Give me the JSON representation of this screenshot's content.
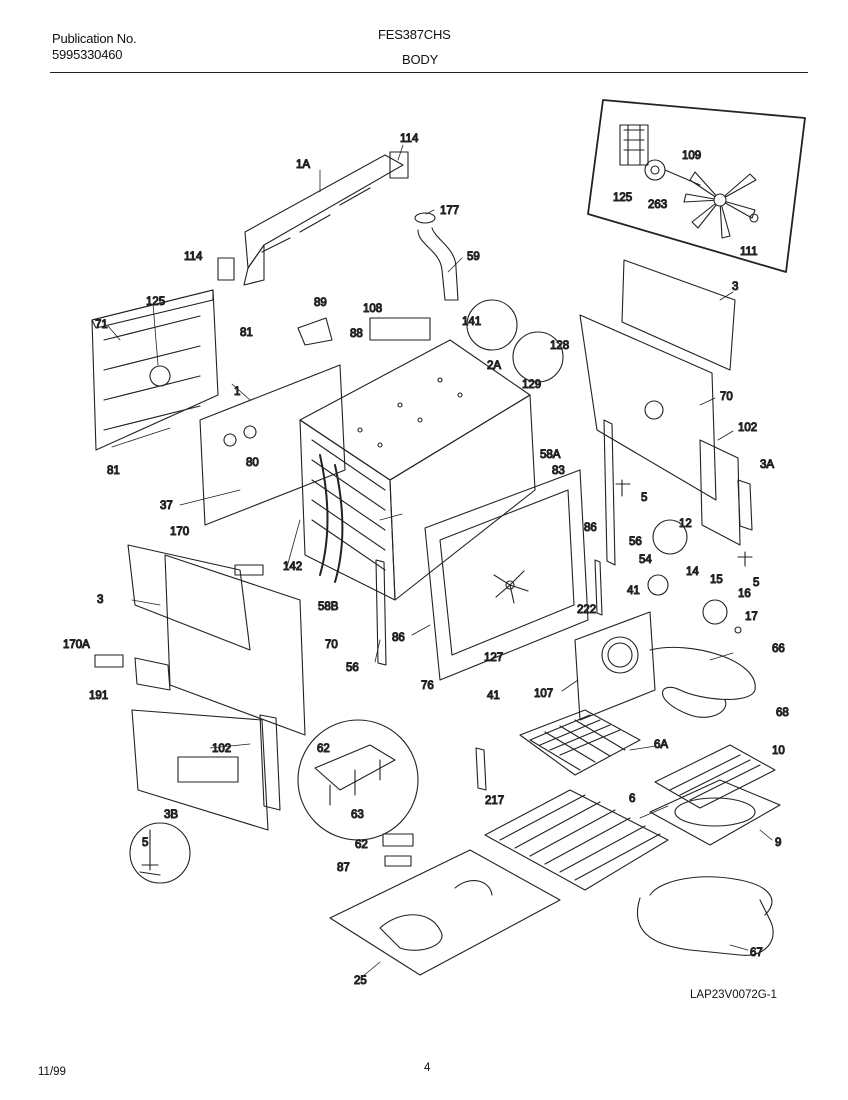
{
  "header": {
    "publication_label": "Publication No.",
    "publication_number": "5995330460",
    "model": "FES387CHS",
    "section": "BODY"
  },
  "footer": {
    "date": "11/99",
    "page": "4",
    "drawing_id": "LAP23V0072G-1"
  },
  "callouts": [
    {
      "id": "c114a",
      "text": "114"
    },
    {
      "id": "c1A",
      "text": "1A"
    },
    {
      "id": "c177",
      "text": "177"
    },
    {
      "id": "c59",
      "text": "59"
    },
    {
      "id": "c114b",
      "text": "114"
    },
    {
      "id": "c109",
      "text": "109"
    },
    {
      "id": "c125a",
      "text": "125"
    },
    {
      "id": "c263",
      "text": "263"
    },
    {
      "id": "c111",
      "text": "111"
    },
    {
      "id": "c71",
      "text": "71"
    },
    {
      "id": "c125b",
      "text": "125"
    },
    {
      "id": "c89",
      "text": "89"
    },
    {
      "id": "c108",
      "text": "108"
    },
    {
      "id": "c81a",
      "text": "81"
    },
    {
      "id": "c88",
      "text": "88"
    },
    {
      "id": "c141",
      "text": "141"
    },
    {
      "id": "c128",
      "text": "128"
    },
    {
      "id": "c2A",
      "text": "2A"
    },
    {
      "id": "c129",
      "text": "129"
    },
    {
      "id": "c3a",
      "text": "3"
    },
    {
      "id": "c1",
      "text": "1"
    },
    {
      "id": "c70a",
      "text": "70"
    },
    {
      "id": "c102a",
      "text": "102"
    },
    {
      "id": "c58A",
      "text": "58A"
    },
    {
      "id": "c80",
      "text": "80"
    },
    {
      "id": "c81b",
      "text": "81"
    },
    {
      "id": "c83",
      "text": "83"
    },
    {
      "id": "c3A",
      "text": "3A"
    },
    {
      "id": "c37",
      "text": "37"
    },
    {
      "id": "c5a",
      "text": "5"
    },
    {
      "id": "c86a",
      "text": "86"
    },
    {
      "id": "c12",
      "text": "12"
    },
    {
      "id": "c170",
      "text": "170"
    },
    {
      "id": "c56a",
      "text": "56"
    },
    {
      "id": "c142",
      "text": "142"
    },
    {
      "id": "c54",
      "text": "54"
    },
    {
      "id": "c14",
      "text": "14"
    },
    {
      "id": "c15",
      "text": "15"
    },
    {
      "id": "c5b",
      "text": "5"
    },
    {
      "id": "c3b",
      "text": "3"
    },
    {
      "id": "c41a",
      "text": "41"
    },
    {
      "id": "c16",
      "text": "16"
    },
    {
      "id": "c58B",
      "text": "58B"
    },
    {
      "id": "c222",
      "text": "222"
    },
    {
      "id": "c17",
      "text": "17"
    },
    {
      "id": "c86b",
      "text": "86"
    },
    {
      "id": "c70b",
      "text": "70"
    },
    {
      "id": "c170A",
      "text": "170A"
    },
    {
      "id": "c127",
      "text": "127"
    },
    {
      "id": "c66",
      "text": "66"
    },
    {
      "id": "c56b",
      "text": "56"
    },
    {
      "id": "c76",
      "text": "76"
    },
    {
      "id": "c41b",
      "text": "41"
    },
    {
      "id": "c191",
      "text": "191"
    },
    {
      "id": "c107",
      "text": "107"
    },
    {
      "id": "c68",
      "text": "68"
    },
    {
      "id": "c62a",
      "text": "62"
    },
    {
      "id": "c6A",
      "text": "6A"
    },
    {
      "id": "c102b",
      "text": "102"
    },
    {
      "id": "c10",
      "text": "10"
    },
    {
      "id": "c3B",
      "text": "3B"
    },
    {
      "id": "c63",
      "text": "63"
    },
    {
      "id": "c217",
      "text": "217"
    },
    {
      "id": "c6",
      "text": "6"
    },
    {
      "id": "c5c",
      "text": "5"
    },
    {
      "id": "c9",
      "text": "9"
    },
    {
      "id": "c62b",
      "text": "62"
    },
    {
      "id": "c87",
      "text": "87"
    },
    {
      "id": "c67",
      "text": "67"
    },
    {
      "id": "c25",
      "text": "25"
    }
  ]
}
